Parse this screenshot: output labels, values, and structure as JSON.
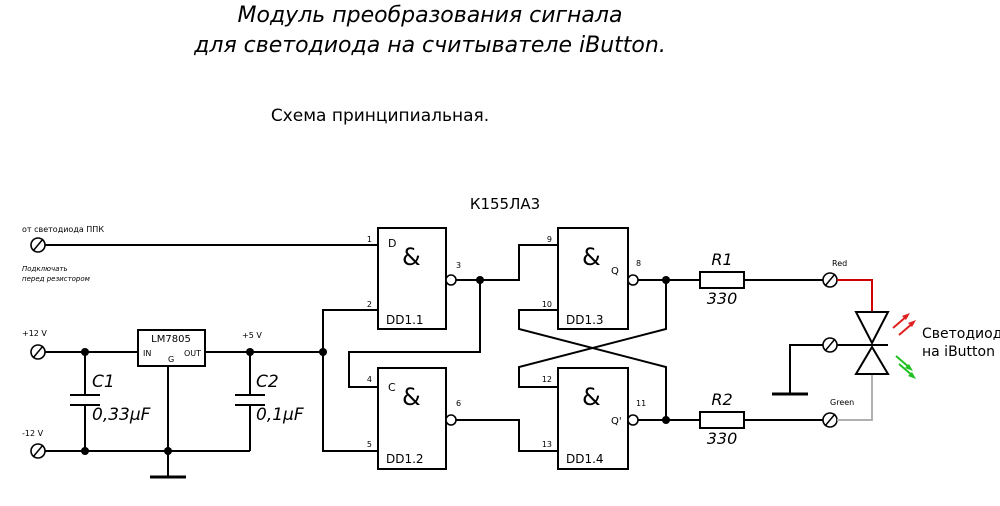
{
  "title": {
    "line1": "Модуль преобразования сигнала",
    "line2": "для светодиода на считывателе iButton."
  },
  "subtitle": "Схема принципиальная.",
  "chip_label": "К155ЛА3",
  "input": {
    "label": "от светодиода ППК",
    "note_line1": "Подключать",
    "note_line2": "перед резистором"
  },
  "power": {
    "plus12": "+12 V",
    "minus12": "-12 V",
    "plus5": "+5 V"
  },
  "regulator": {
    "name": "LM7805",
    "in": "IN",
    "gnd": "G",
    "out": "OUT"
  },
  "capacitors": [
    {
      "name": "C1",
      "value": "0,33µF"
    },
    {
      "name": "C2",
      "value": "0,1µF"
    }
  ],
  "gates": [
    {
      "name": "DD1.1",
      "symbol": "&",
      "input_label": "D"
    },
    {
      "name": "DD1.2",
      "symbol": "&",
      "input_label": "C"
    },
    {
      "name": "DD1.3",
      "symbol": "&",
      "output_label": "Q"
    },
    {
      "name": "DD1.4",
      "symbol": "&",
      "output_label": "Q'"
    }
  ],
  "pins": {
    "p1": "1",
    "p2": "2",
    "p3": "3",
    "p4": "4",
    "p5": "5",
    "p6": "6",
    "p8": "8",
    "p9": "9",
    "p10": "10",
    "p11": "11",
    "p12": "12",
    "p13": "13"
  },
  "resistors": [
    {
      "name": "R1",
      "value": "330"
    },
    {
      "name": "R2",
      "value": "330"
    }
  ],
  "outputs": {
    "red": "Red",
    "green": "Green"
  },
  "led": {
    "label_line1": "Светодиод",
    "label_line2": "на iButton"
  },
  "colors": {
    "red_wire": "#d00000",
    "green_wire": "#b0b0b0",
    "red_arrow": "#e02020",
    "green_arrow": "#20c020"
  }
}
